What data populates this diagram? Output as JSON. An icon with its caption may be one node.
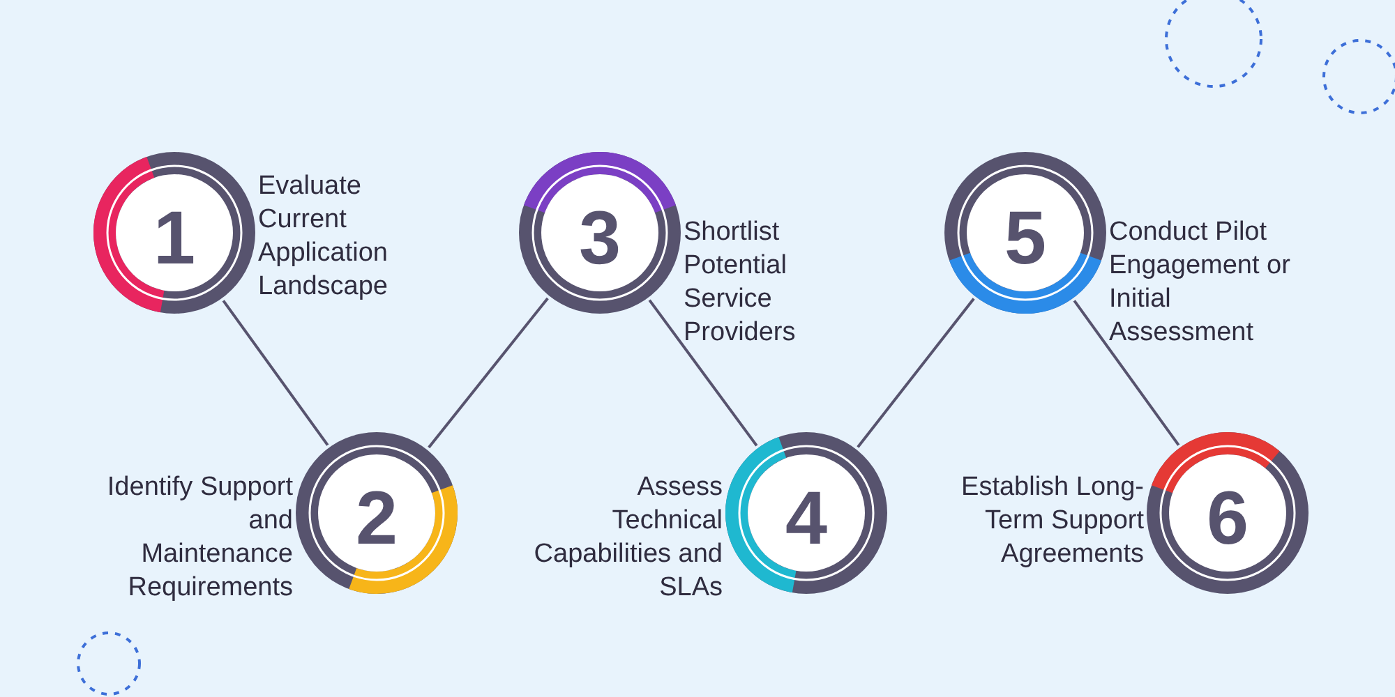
{
  "diagram": {
    "nodes": [
      {
        "text": [
          "1"
        ],
        "beside": [
          "Evaluate Current Application Landscape"
        ]
      },
      {
        "text": [
          "2"
        ],
        "beside": [
          "Identify Support and Maintenance Requirements"
        ]
      },
      {
        "text": [
          "3"
        ],
        "beside": [
          "Shortlist Potential Service Providers"
        ]
      },
      {
        "text": [
          "4"
        ],
        "beside": [
          "Assess Technical Capabilities and SLAs"
        ]
      },
      {
        "text": [
          "5"
        ],
        "beside": [
          "Conduct Pilot Engagement or Initial Assessment"
        ]
      },
      {
        "text": [
          "6"
        ],
        "beside": [
          "Establish Long-Term Support Agreements"
        ]
      }
    ],
    "edges": [
      {
        "from": 0,
        "to": 1,
        "arrow": "none"
      },
      {
        "from": 1,
        "to": 2,
        "arrow": "none"
      },
      {
        "from": 2,
        "to": 3,
        "arrow": "none"
      },
      {
        "from": 3,
        "to": 4,
        "arrow": "none"
      },
      {
        "from": 4,
        "to": 5,
        "arrow": "none"
      }
    ]
  }
}
